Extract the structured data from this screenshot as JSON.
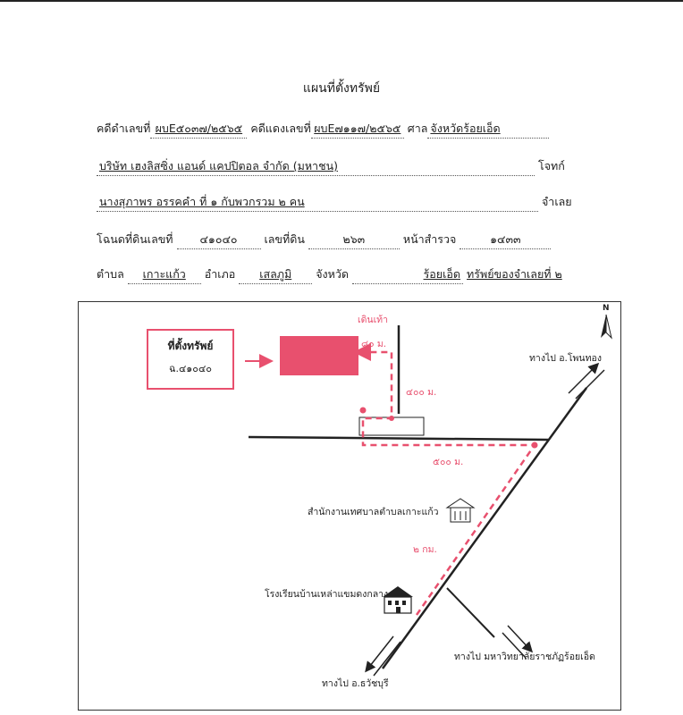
{
  "title": "แผนที่ตั้งทรัพย์",
  "case": {
    "black_case_label": "คดีดำเลขที่",
    "black_case_no": "ผบE๕๐๓๗/๒๕๖๕",
    "red_case_label": "คดีแดงเลขที่",
    "red_case_no": "ผบE๗๑๑๗/๒๕๖๕",
    "court_label": "ศาล",
    "court_name": "จังหวัดร้อยเอ็ด"
  },
  "plaintiff": {
    "name": "บริษัท เฮงลิสซิ่ง แอนด์ แคปปิตอล จำกัด (มหาชน)",
    "role": "โจทก์"
  },
  "defendant": {
    "name": "นางสุภาพร   อรรคคำ ที่ ๑ กับพวกรวม ๒ คน",
    "role": "จำเลย"
  },
  "deed": {
    "deed_label": "โฉนดที่ดินเลขที่",
    "deed_no": "๔๑๐๔๐",
    "land_label": "เลขที่ดิน",
    "land_no": "๒๖๓",
    "survey_label": "หน้าสำรวจ",
    "survey_no": "๑๔๓๓"
  },
  "location": {
    "subdistrict_label": "ตำบล",
    "subdistrict": "เกาะแก้ว",
    "district_label": "อำเภอ",
    "district": "เสลภูมิ",
    "province_label": "จังหวัด",
    "province": "ร้อยเอ็ด",
    "owner": "ทรัพย์ของจำเลยที่ ๒"
  },
  "map": {
    "north": "N",
    "property_box_title": "ที่ตั้งทรัพย์",
    "property_box_deed": "ฉ.๔๑๐๔๐",
    "walkway": "เดินเท้า",
    "dist_80": "๘๐ ม.",
    "dist_400": "๔๐๐ ม.",
    "dist_500": "๕๐๐ ม.",
    "dist_2km": "๒ กม.",
    "to_phon_thong": "ทางไป อ.โพนทอง",
    "municipal_office": "สำนักงานเทศบาลตำบลเกาะแก้ว",
    "school": "โรงเรียนบ้านเหล่าแขมดงกลาง",
    "to_university": "ทางไป มหาวิทยาลัยราชภัฏร้อยเอ็ด",
    "to_thawat_buri": "ทางไป อ.ธวัชบุรี",
    "colors": {
      "accent": "#e8506e",
      "property": "#e8506e",
      "road": "#222222"
    }
  }
}
